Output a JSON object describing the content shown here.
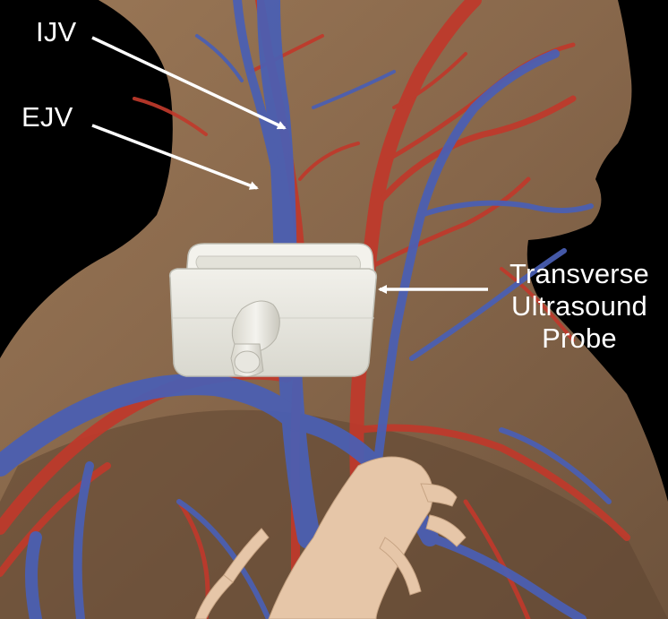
{
  "labels": {
    "ijv": "IJV",
    "ejv": "EJV",
    "probe_line1": "Transverse",
    "probe_line2": "Ultrasound",
    "probe_line3": "Probe"
  },
  "colors": {
    "background": "#000000",
    "skin": "#8a6a4c",
    "vein": "#4a5fb4",
    "artery": "#c0392b",
    "probe": "#e6e5dc",
    "label_text": "#ffffff"
  }
}
